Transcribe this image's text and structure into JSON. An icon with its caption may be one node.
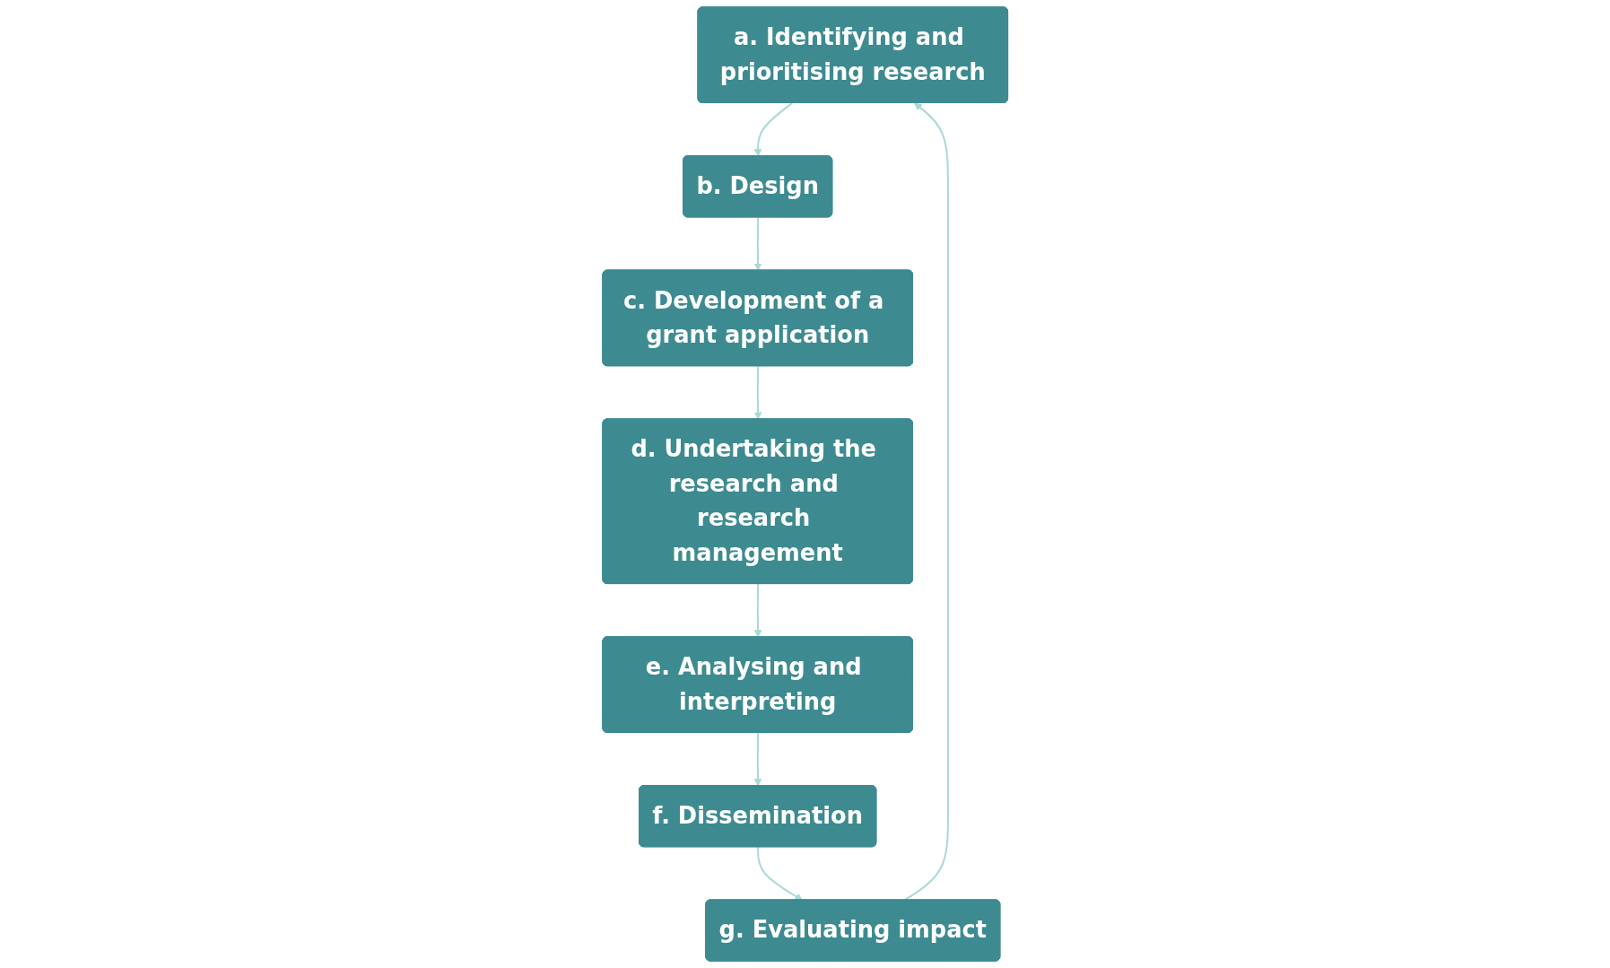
{
  "diagram": {
    "nodes": [
      {
        "text": [
          "a. Identifying and prioritising research"
        ]
      },
      {
        "text": [
          "b. Design"
        ]
      },
      {
        "text": [
          "c. Development of a grant application"
        ]
      },
      {
        "text": [
          "d. Undertaking the research and research management"
        ]
      },
      {
        "text": [
          "e. Analysing and interpreting"
        ]
      },
      {
        "text": [
          "f. Dissemination"
        ]
      },
      {
        "text": [
          "g. Evaluating impact"
        ]
      }
    ],
    "edges": [
      {
        "from": 0,
        "to": 1,
        "arrow": "to"
      },
      {
        "from": 1,
        "to": 2,
        "arrow": "to"
      },
      {
        "from": 2,
        "to": 3,
        "arrow": "to"
      },
      {
        "from": 3,
        "to": 4,
        "arrow": "to"
      },
      {
        "from": 4,
        "to": 5,
        "arrow": "to"
      },
      {
        "from": 5,
        "to": 6,
        "arrow": "to"
      },
      {
        "from": 6,
        "to": 0,
        "arrow": "to"
      }
    ]
  }
}
